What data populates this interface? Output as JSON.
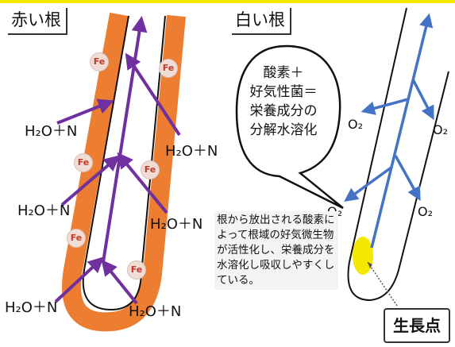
{
  "titles": {
    "red_root": "赤い根",
    "white_root": "白い根"
  },
  "red_root_labels": [
    "H₂O＋N",
    "H₂O＋N",
    "H₂O＋N",
    "H₂O＋N",
    "H₂O＋N",
    "H₂O＋N"
  ],
  "fe_label": "Fe",
  "speech_bubble": [
    "酸素＋",
    "好気性菌＝",
    "栄養成分の",
    "分解水溶化"
  ],
  "o2_label": "O₂",
  "note_text": "根から放出される酸素によって根域の好気微生物が活性化し、栄養成分を水溶化し吸収しやすくしている。",
  "growing_point_label": "生長点",
  "colors": {
    "orange": "#ed7d31",
    "purple": "#7030a0",
    "blue": "#4472c4",
    "yellow": "#f5e800",
    "fe_text": "#c0392b"
  }
}
